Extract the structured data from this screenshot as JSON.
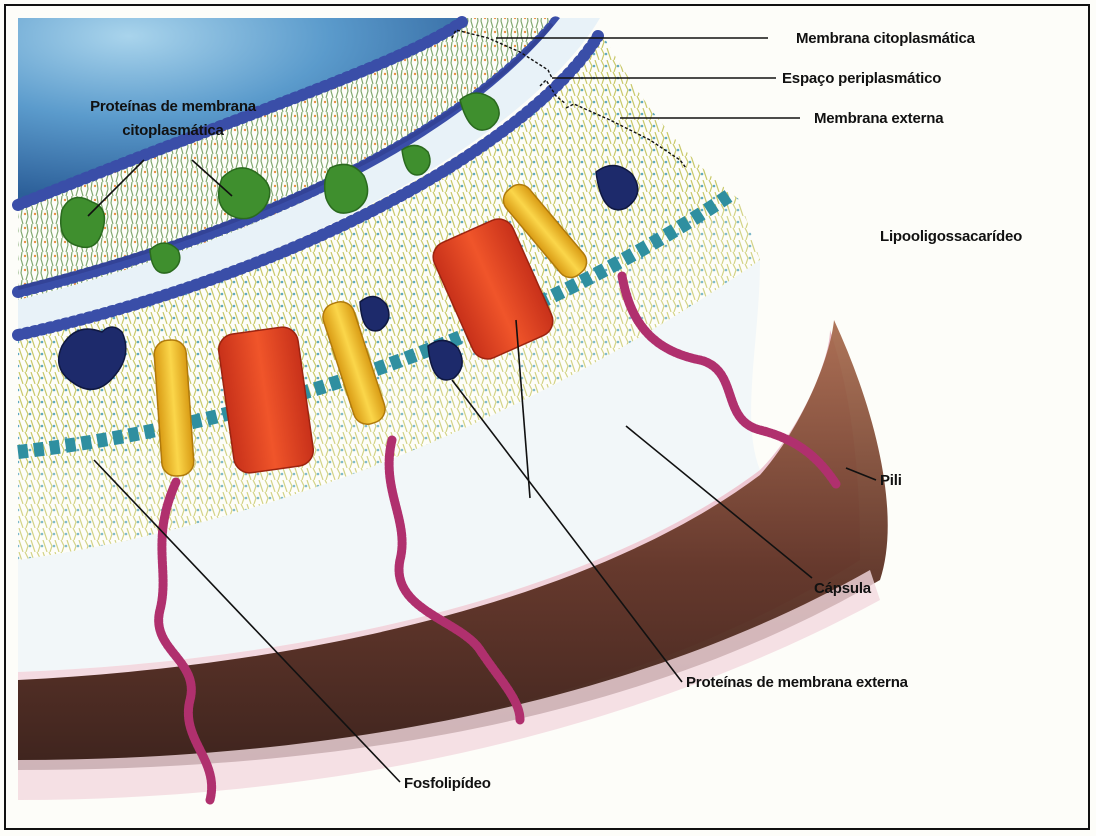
{
  "labels": {
    "membrana_citoplasmatica": "Membrana citoplasmática",
    "espaco_periplasmatico": "Espaço periplasmático",
    "membrana_externa": "Membrana externa",
    "proteinas_membrana_citoplasmatica_line1": "Proteínas de membrana",
    "proteinas_membrana_citoplasmatica_line2": "citoplasmática",
    "lipooligossacarideo": "Lipooligossacarídeo",
    "pili": "Pili",
    "capsula": "Cápsula",
    "proteinas_membrana_externa": "Proteínas de membrana externa",
    "fosfolipideo": "Fosfolipídeo"
  },
  "colors": {
    "cytoplasm_blue": "#3f7fb8",
    "membrane_blue": "#3a4ea8",
    "protein_green": "#3f8f2e",
    "protein_yellow": "#f2c12e",
    "protein_red": "#e2431e",
    "protein_navy": "#1d2a6b",
    "pili_magenta": "#b0306e",
    "capsule_brown": "#6b3a26",
    "background": "#fdfdf9"
  }
}
